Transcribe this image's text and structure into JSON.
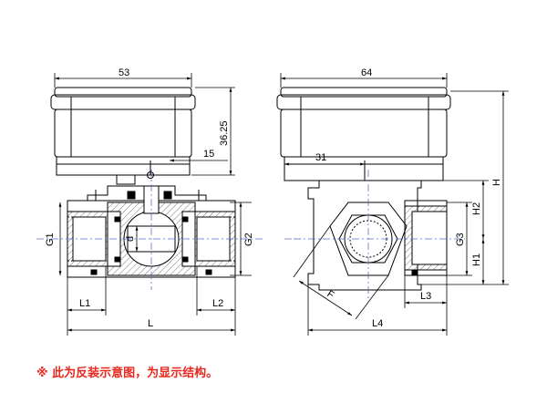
{
  "drawing": {
    "front_view": {
      "dims": {
        "top_width": "53",
        "actuator_height": "36.25",
        "stem_offset": "15",
        "inlet_thread": "G1",
        "outlet_thread": "G2",
        "ball_bore": "d",
        "left_thread_len": "L1",
        "right_thread_len": "L2",
        "overall_len": "L"
      }
    },
    "side_view": {
      "dims": {
        "top_width": "64",
        "offset": "31",
        "total_height": "H",
        "upper_height": "H2",
        "lower_height": "H1",
        "branch_thread": "G3",
        "branch_thread_len": "L3",
        "hex_across_flats": "F",
        "overall_len": "L4"
      }
    },
    "note": "※  此为反装示意图，为显示结构。"
  },
  "colors": {
    "line": "#000000",
    "center_line": "#5b6fd6",
    "hatch": "#555555",
    "note": "#e8281e"
  }
}
